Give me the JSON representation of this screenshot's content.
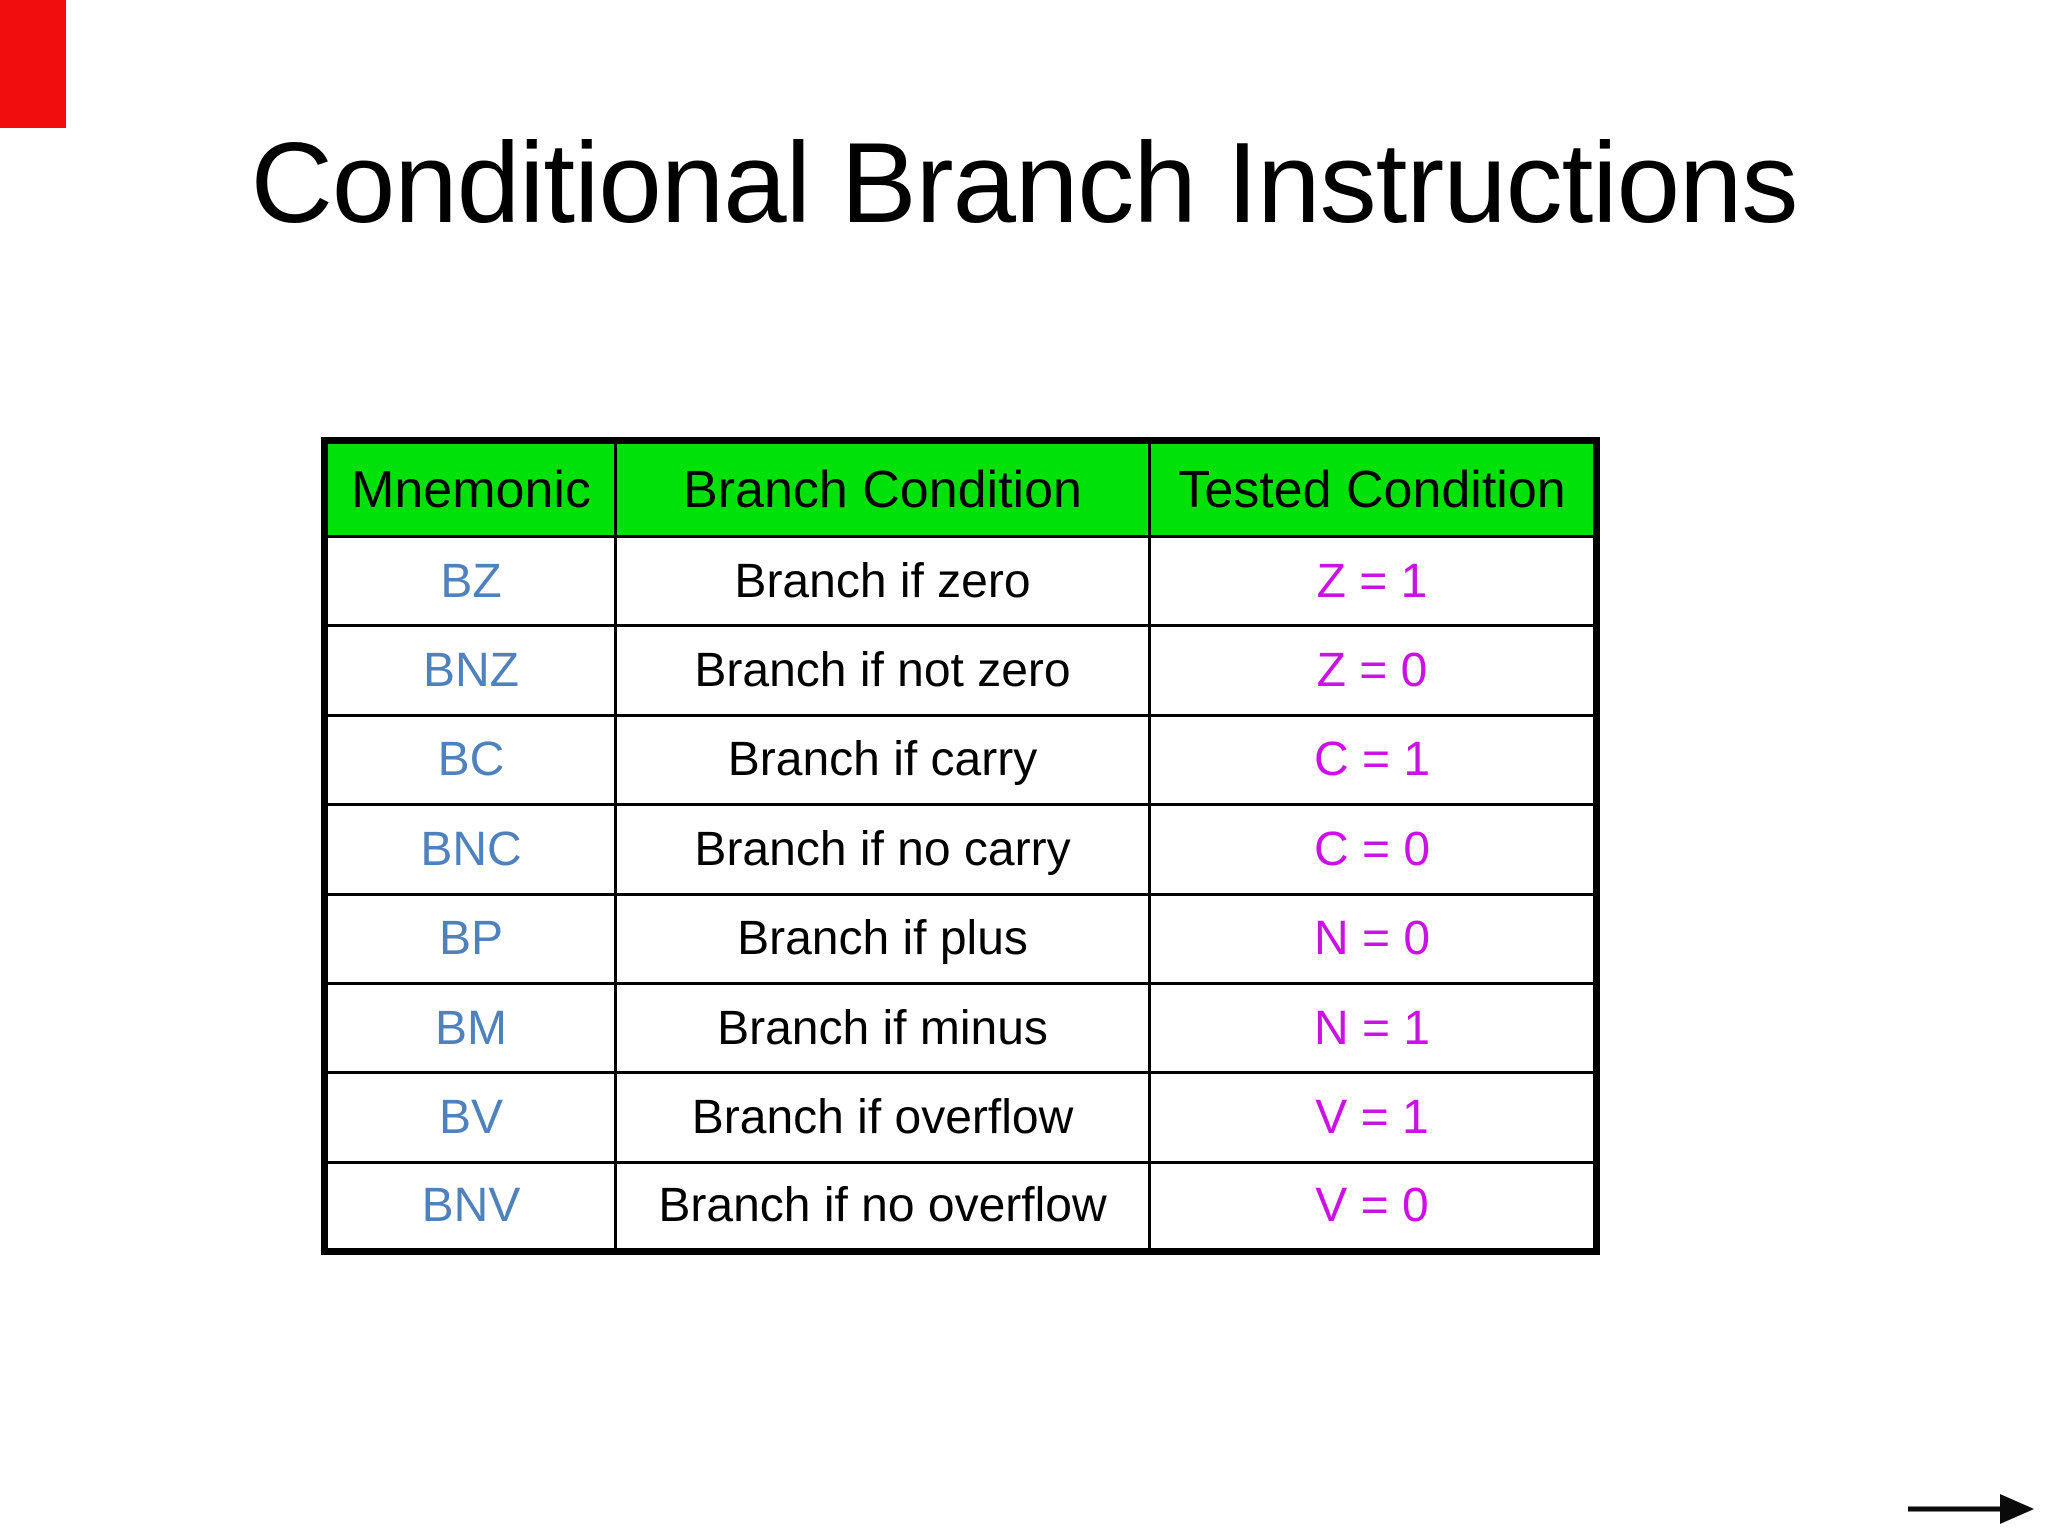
{
  "slide": {
    "title": "Conditional Branch Instructions"
  },
  "table": {
    "columns": [
      "Mnemonic",
      "Branch Condition",
      "Tested Condition"
    ],
    "rows": [
      {
        "mnemonic": "BZ",
        "condition": "Branch if zero",
        "tested": "Z = 1"
      },
      {
        "mnemonic": "BNZ",
        "condition": "Branch if not zero",
        "tested": "Z = 0"
      },
      {
        "mnemonic": "BC",
        "condition": "Branch if carry",
        "tested": "C = 1"
      },
      {
        "mnemonic": "BNC",
        "condition": "Branch if no carry",
        "tested": "C = 0"
      },
      {
        "mnemonic": "BP",
        "condition": "Branch if plus",
        "tested": "N = 0"
      },
      {
        "mnemonic": "BM",
        "condition": "Branch if minus",
        "tested": "N = 1"
      },
      {
        "mnemonic": "BV",
        "condition": "Branch if overflow",
        "tested": "V = 1"
      },
      {
        "mnemonic": "BNV",
        "condition": "Branch if no overflow",
        "tested": "V = 0"
      }
    ]
  },
  "decorations": {
    "red_marker_icon": "red-rectangle-marker",
    "arrow_icon": "right-arrow-ink"
  },
  "colors": {
    "background": "#FFFFFF",
    "header_bg": "#00E10A",
    "mnemonic": "#4F81BD",
    "tested": "#CC11E6",
    "body_text": "#000000",
    "border": "#000000",
    "red_marker": "#F10D0D",
    "arrow": "#000000"
  }
}
